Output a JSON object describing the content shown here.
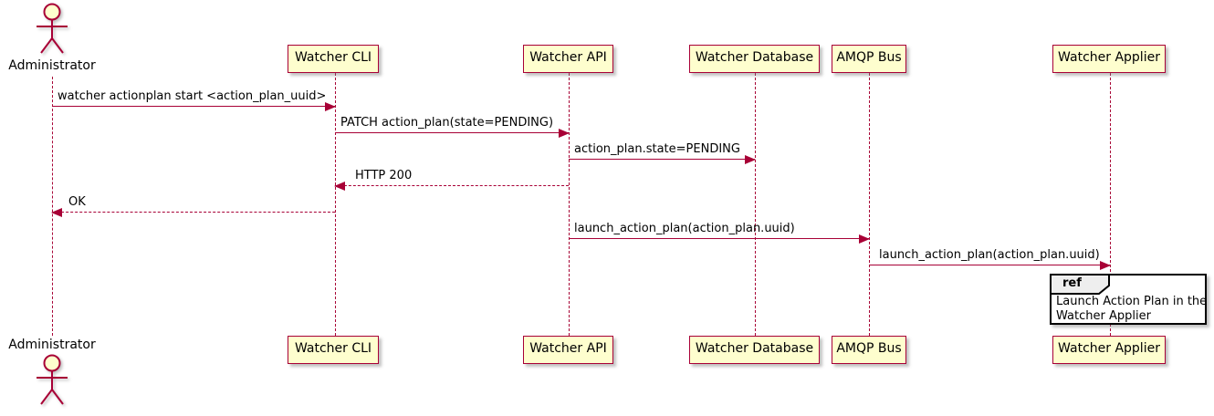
{
  "diagram_type": "plantuml-sequence",
  "colors": {
    "participant_fill": "#FEFECE",
    "participant_border": "#A80036",
    "message_line": "#A80036",
    "lifeline": "#A80036",
    "text": "#000000",
    "ref_border": "#000000",
    "ref_tab_fill": "#EEEEEE",
    "background": "#FFFFFF"
  },
  "actor": {
    "name": "Administrator"
  },
  "participants": [
    {
      "label": "Watcher CLI"
    },
    {
      "label": "Watcher API"
    },
    {
      "label": "Watcher Database"
    },
    {
      "label": "AMQP Bus"
    },
    {
      "label": "Watcher Applier"
    }
  ],
  "messages": [
    {
      "label": "watcher actionplan start <action_plan_uuid>",
      "from": "Administrator",
      "to": "Watcher CLI",
      "line": "solid",
      "direction": "right"
    },
    {
      "label": "PATCH action_plan(state=PENDING)",
      "from": "Watcher CLI",
      "to": "Watcher API",
      "line": "solid",
      "direction": "right"
    },
    {
      "label": "action_plan.state=PENDING",
      "from": "Watcher API",
      "to": "Watcher Database",
      "line": "solid",
      "direction": "right"
    },
    {
      "label": "HTTP 200",
      "from": "Watcher API",
      "to": "Watcher CLI",
      "line": "dashed",
      "direction": "left"
    },
    {
      "label": "OK",
      "from": "Watcher CLI",
      "to": "Administrator",
      "line": "dashed",
      "direction": "left"
    },
    {
      "label": "launch_action_plan(action_plan.uuid)",
      "from": "Watcher API",
      "to": "AMQP Bus",
      "line": "solid",
      "direction": "right"
    },
    {
      "label": "launch_action_plan(action_plan.uuid)",
      "from": "AMQP Bus",
      "to": "Watcher Applier",
      "line": "solid",
      "direction": "right"
    }
  ],
  "ref": {
    "keyword": "ref",
    "lines": [
      "Launch Action Plan in the",
      "Watcher Applier"
    ]
  }
}
